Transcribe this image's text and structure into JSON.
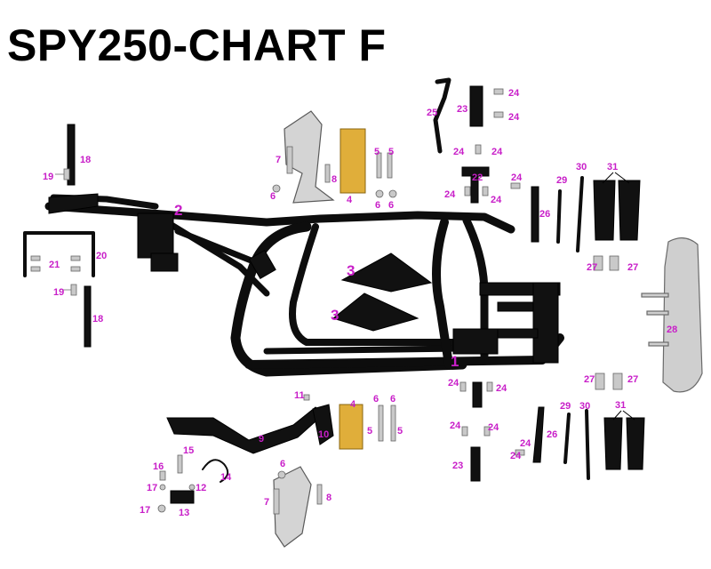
{
  "title": "SPY250-CHART F",
  "labels": {
    "l1": "1",
    "l2": "2",
    "l3a": "3",
    "l3b": "3",
    "l4a": "4",
    "l4b": "4",
    "l5a": "5",
    "l5b": "5",
    "l5c": "5",
    "l5d": "5",
    "l6a": "6",
    "l6b": "6",
    "l6c": "6",
    "l6d": "6",
    "l6e": "6",
    "l6f": "6",
    "l7a": "7",
    "l7b": "7",
    "l8a": "8",
    "l8b": "8",
    "l9": "9",
    "l10": "10",
    "l11": "11",
    "l12": "12",
    "l13": "13",
    "l14": "14",
    "l15": "15",
    "l16": "16",
    "l17a": "17",
    "l17b": "17",
    "l18a": "18",
    "l18b": "18",
    "l19a": "19",
    "l19b": "19",
    "l20": "20",
    "l21": "21",
    "l22": "22",
    "l23a": "23",
    "l23b": "23",
    "l24a": "24",
    "l24b": "24",
    "l24c": "24",
    "l24d": "24",
    "l24e": "24",
    "l24f": "24",
    "l24g": "24",
    "l24h": "24",
    "l24i": "24",
    "l24j": "24",
    "l24k": "24",
    "l24l": "24",
    "l24m": "24",
    "l25": "25",
    "l26a": "26",
    "l26b": "26",
    "l27a": "27",
    "l27b": "27",
    "l27c": "27",
    "l27d": "27",
    "l28": "28",
    "l29a": "29",
    "l29b": "29",
    "l30a": "30",
    "l30b": "30",
    "l31a": "31",
    "l31b": "31"
  }
}
